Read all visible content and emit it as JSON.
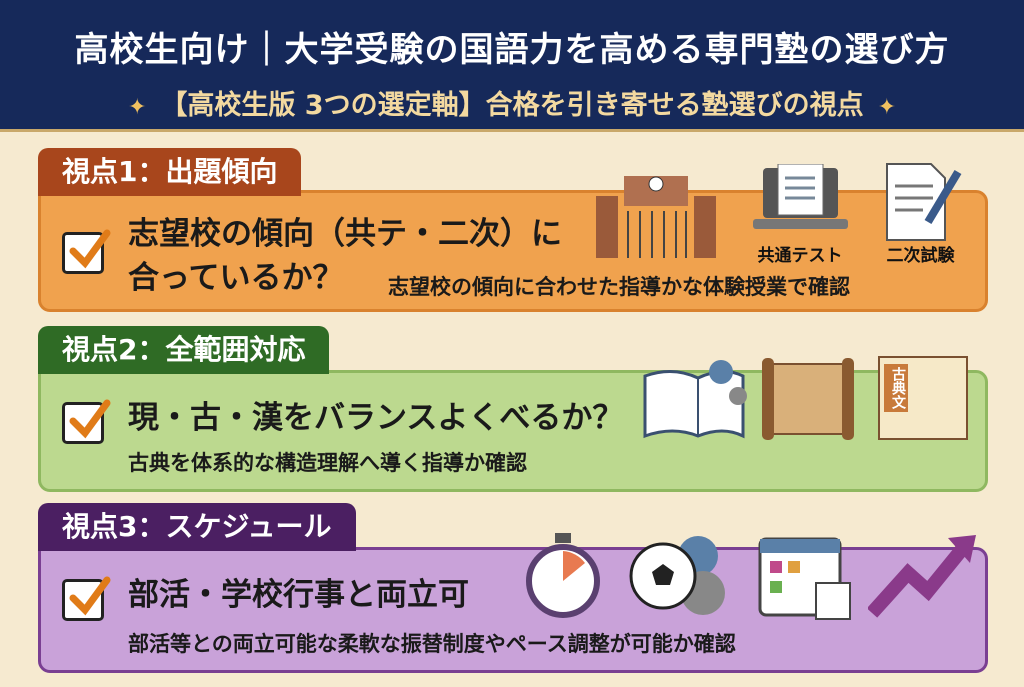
{
  "header": {
    "title": "高校生向け｜大学受験の国語力を高める専門塾の選び方",
    "subtitle": "【高校生版 3つの選定軸】合格を引き寄せる塾選びの視点"
  },
  "sections": [
    {
      "tab": "視点1：出題傾向",
      "heading_line1": "志望校の傾向（共テ・二次）に",
      "heading_line2": "合っているか？",
      "sub": "志望校の傾向に合わせた指導かな体験授業で確認",
      "icon_labels": [
        "共通テスト",
        "二次試験"
      ],
      "color": "#f0a24e",
      "tab_color": "#a8461c"
    },
    {
      "tab": "視点2：全範囲対応",
      "heading_line1": "現・古・漢をバランスよくべるか？",
      "sub": "古典を体系的な構造理解へ導く指導か確認",
      "scroll_text": "古典文",
      "color": "#bcd98f",
      "tab_color": "#2f6b25"
    },
    {
      "tab": "視点3：スケジュール",
      "heading_line1": "部活・学校行事と両立可",
      "sub": "部活等との両立可能な柔軟な振替制度やペース調整が可能か確認",
      "color": "#c9a2d9",
      "tab_color": "#4b1f62"
    }
  ]
}
